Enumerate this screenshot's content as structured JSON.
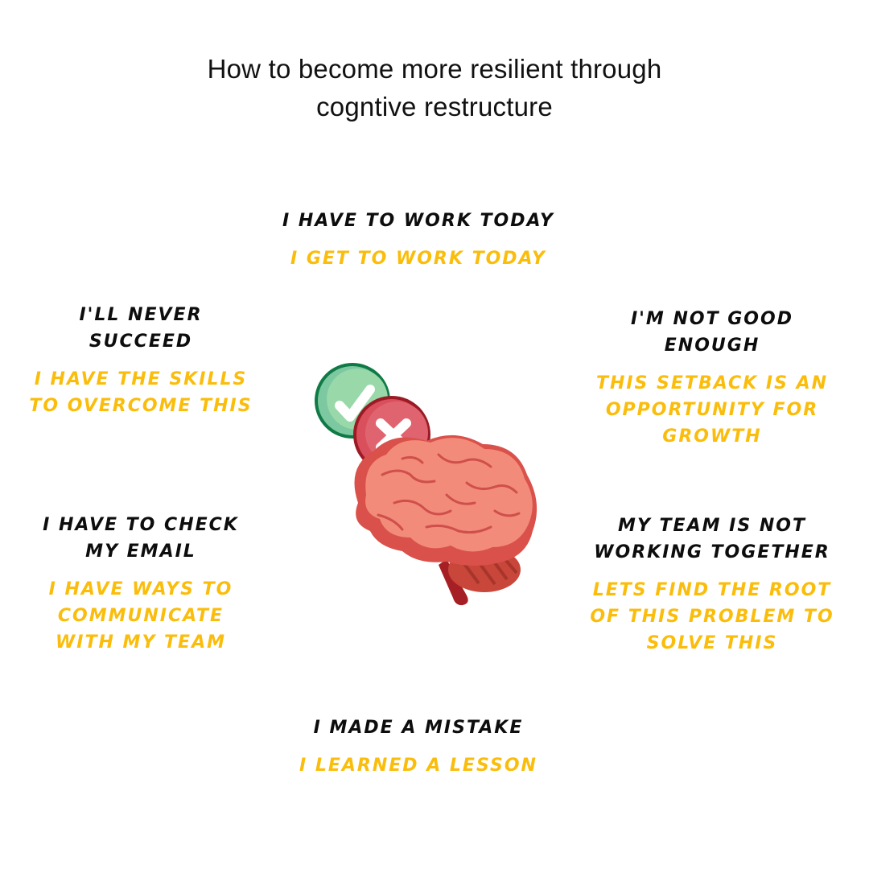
{
  "title": {
    "line1": "How to become more resilient through",
    "line2": "cogntive restructure"
  },
  "colors": {
    "negative_text": "#0d0d0d",
    "positive_text": "#fbbd0b",
    "check_green": "#97d6a8",
    "cross_red": "#e0606c",
    "brain_pink": "#f28b7a"
  },
  "icons": {
    "center": "brain-with-check-and-cross-icon"
  },
  "reframes": [
    {
      "position": "top",
      "negative": "I have to work today",
      "positive": "I get to work today"
    },
    {
      "position": "left-top",
      "negative": "I'll never\nsucceed",
      "positive": "I have the skills\nto overcome this"
    },
    {
      "position": "right-top",
      "negative": "I'm not good\nenough",
      "positive": "This setback is an\nopportunity for\ngrowth"
    },
    {
      "position": "left-bottom",
      "negative": "I have to check\nmy email",
      "positive": "I have ways to\ncommunicate\nwith my team"
    },
    {
      "position": "right-bottom",
      "negative": "My team is not\nworking together",
      "positive": "Lets find the root\nof this problem to\nsolve this"
    },
    {
      "position": "bottom",
      "negative": "I made a mistake",
      "positive": "I learned a lesson"
    }
  ]
}
